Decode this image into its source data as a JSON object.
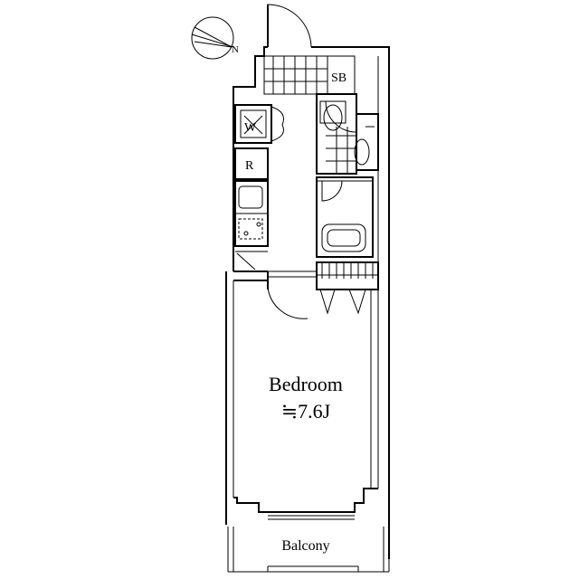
{
  "rooms": {
    "bedroom": {
      "name": "Bedroom",
      "size": "≒7.6J"
    },
    "balcony": {
      "name": "Balcony"
    },
    "shoe_box": {
      "name": "SB"
    },
    "washer": {
      "name": "W"
    },
    "refrigerator": {
      "name": "R"
    }
  },
  "compass": {
    "north_label": "N"
  }
}
